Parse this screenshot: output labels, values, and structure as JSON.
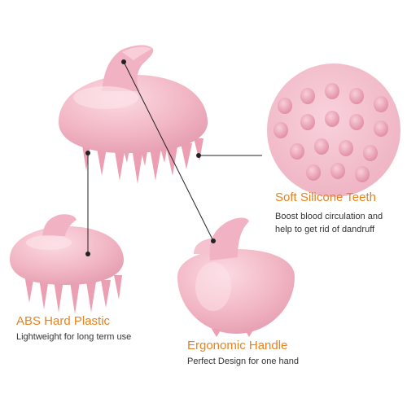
{
  "colors": {
    "accent": "#e8821e",
    "product": "#f2b8c6",
    "product_light": "#f9d6de",
    "product_dark": "#e49aae",
    "text": "#333333",
    "callout_line": "#222222"
  },
  "features": {
    "silicone": {
      "title": "Soft Silicone Teeth",
      "desc_line1": "Boost blood circulation and",
      "desc_line2": "help to get rid of dandruff"
    },
    "plastic": {
      "title": "ABS Hard Plastic",
      "desc": "Lightweight for long term use"
    },
    "handle": {
      "title": "Ergonomic Handle",
      "desc": "Perfect Design for one hand"
    }
  }
}
